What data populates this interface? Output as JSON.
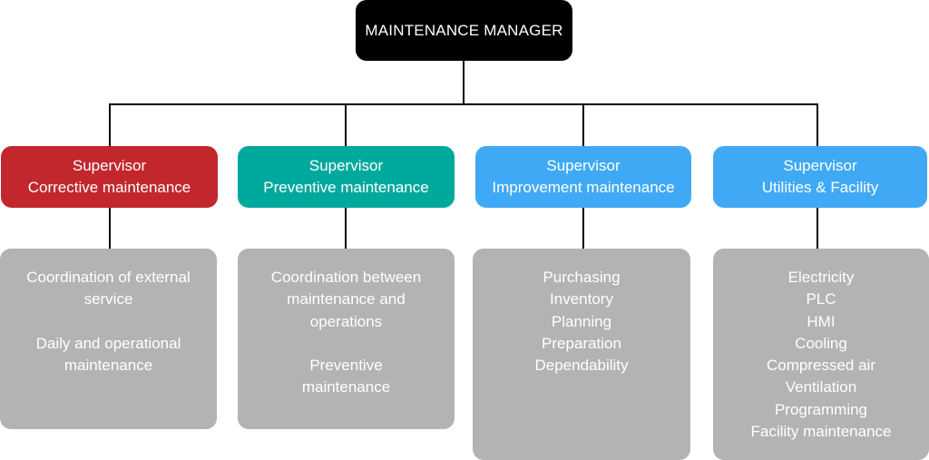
{
  "manager": {
    "title": "MAINTENANCE MANAGER"
  },
  "supervisors": [
    {
      "line1": "Supervisor",
      "line2": "Corrective maintenance"
    },
    {
      "line1": "Supervisor",
      "line2": "Preventive maintenance"
    },
    {
      "line1": "Supervisor",
      "line2": "Improvement maintenance"
    },
    {
      "line1": "Supervisor",
      "line2": "Utilities & Facility"
    }
  ],
  "tasks": [
    {
      "groups": [
        [
          "Coordination of external",
          "service"
        ],
        [
          "Daily and operational",
          "maintenance"
        ]
      ]
    },
    {
      "groups": [
        [
          "Coordination between",
          "maintenance and",
          "operations"
        ],
        [
          "Preventive",
          "maintenance"
        ]
      ]
    },
    {
      "groups": [
        [
          "Purchasing",
          "Inventory",
          "Planning",
          "Preparation",
          "Dependability"
        ]
      ]
    },
    {
      "groups": [
        [
          "Electricity",
          "PLC",
          "HMI",
          "Cooling",
          "Compressed air",
          "Ventilation",
          "Programming",
          "Facility maintenance"
        ]
      ]
    }
  ],
  "colors": {
    "manager": "#000000",
    "corrective": "#c1272d",
    "preventive": "#00a99d",
    "improvement": "#3fa9f5",
    "utilities": "#3fa9f5",
    "task_box": "#b3b3b3",
    "connector": "#000000"
  }
}
